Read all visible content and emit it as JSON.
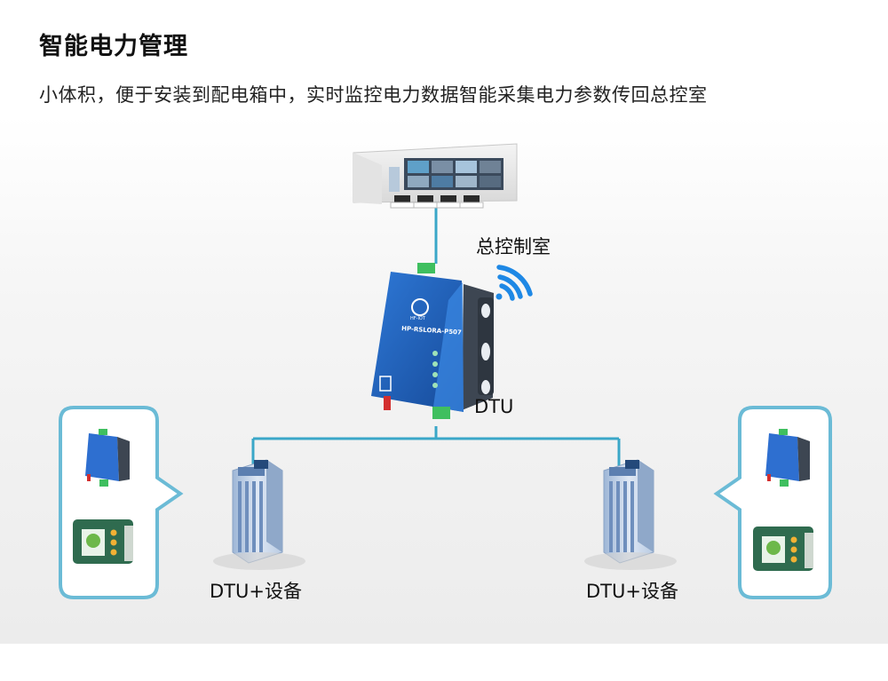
{
  "header": {
    "title": "智能电力管理",
    "subtitle": "小体积，便于安装到配电箱中，实时监控电力数据智能采集电力参数传回总控室"
  },
  "diagram": {
    "control_room_label": "总控制室",
    "dtu_label": "DTU",
    "left_site_label": "DTU+设备",
    "right_site_label": "DTU+设备",
    "device_model_text": "HP-RSLORA-P507",
    "device_brand_text": "HF-IOT"
  },
  "colors": {
    "link_line": "#3aa7c8",
    "callout_border": "#6bbbd6",
    "device_blue": "#1f5fb8",
    "wifi_blue": "#1e88e5",
    "terminal_green": "#3fbf5f"
  }
}
